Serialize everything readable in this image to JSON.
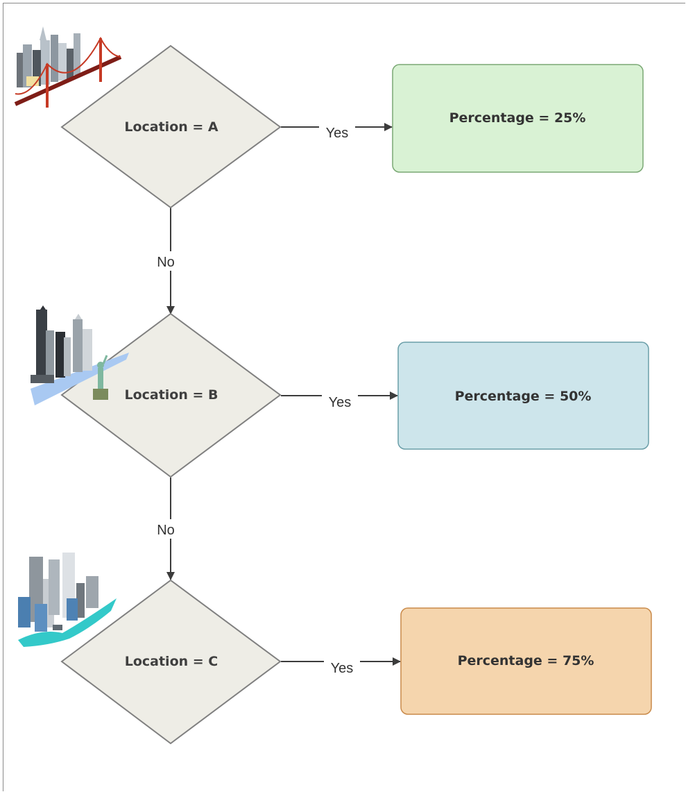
{
  "decisions": [
    {
      "label": "Location = A",
      "icon": "city-bridge-icon",
      "yes_label": "Yes",
      "no_label": "No"
    },
    {
      "label": "Location = B",
      "icon": "city-liberty-icon",
      "yes_label": "Yes",
      "no_label": "No"
    },
    {
      "label": "Location = C",
      "icon": "city-harbor-icon",
      "yes_label": "Yes"
    }
  ],
  "outcomes": [
    {
      "label": "Percentage = 25%",
      "color": "#d9f2d4",
      "border": "#7aa874"
    },
    {
      "label": "Percentage = 50%",
      "color": "#cde5eb",
      "border": "#6a9ea8"
    },
    {
      "label": "Percentage = 75%",
      "color": "#f5d5ad",
      "border": "#c98a4a"
    }
  ],
  "colors": {
    "diamond_fill": "#eeede6",
    "diamond_stroke": "#808080",
    "connector": "#3c3c3c"
  }
}
